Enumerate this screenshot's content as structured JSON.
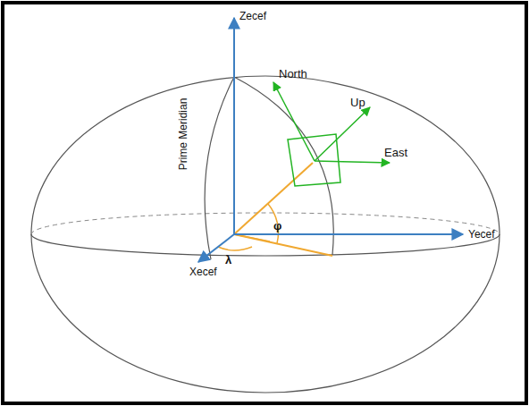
{
  "diagram": {
    "labels": [
      "Zecef",
      "North",
      "Up",
      "East",
      "Prime Meridian",
      "φ",
      "Yecef",
      "λ",
      "Xecef"
    ]
  }
}
